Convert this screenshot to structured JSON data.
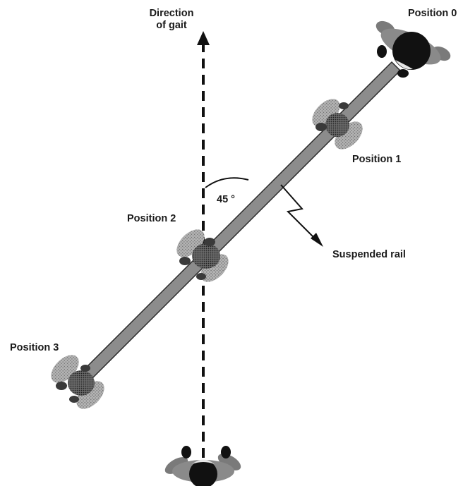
{
  "labels": {
    "direction_line1": "Direction",
    "direction_line2": "of gait",
    "position0": "Position 0",
    "position1": "Position 1",
    "position2": "Position 2",
    "position3": "Position 3",
    "rail": "Suspended rail",
    "angle": "45 °"
  },
  "colors": {
    "rail": "#8c8c8c",
    "rail_edge": "#2b2b2b",
    "dark": "#111111",
    "body_grey": "#9a9a9a",
    "shadow_grey": "#6e6e6e"
  },
  "angle_degrees": 45
}
